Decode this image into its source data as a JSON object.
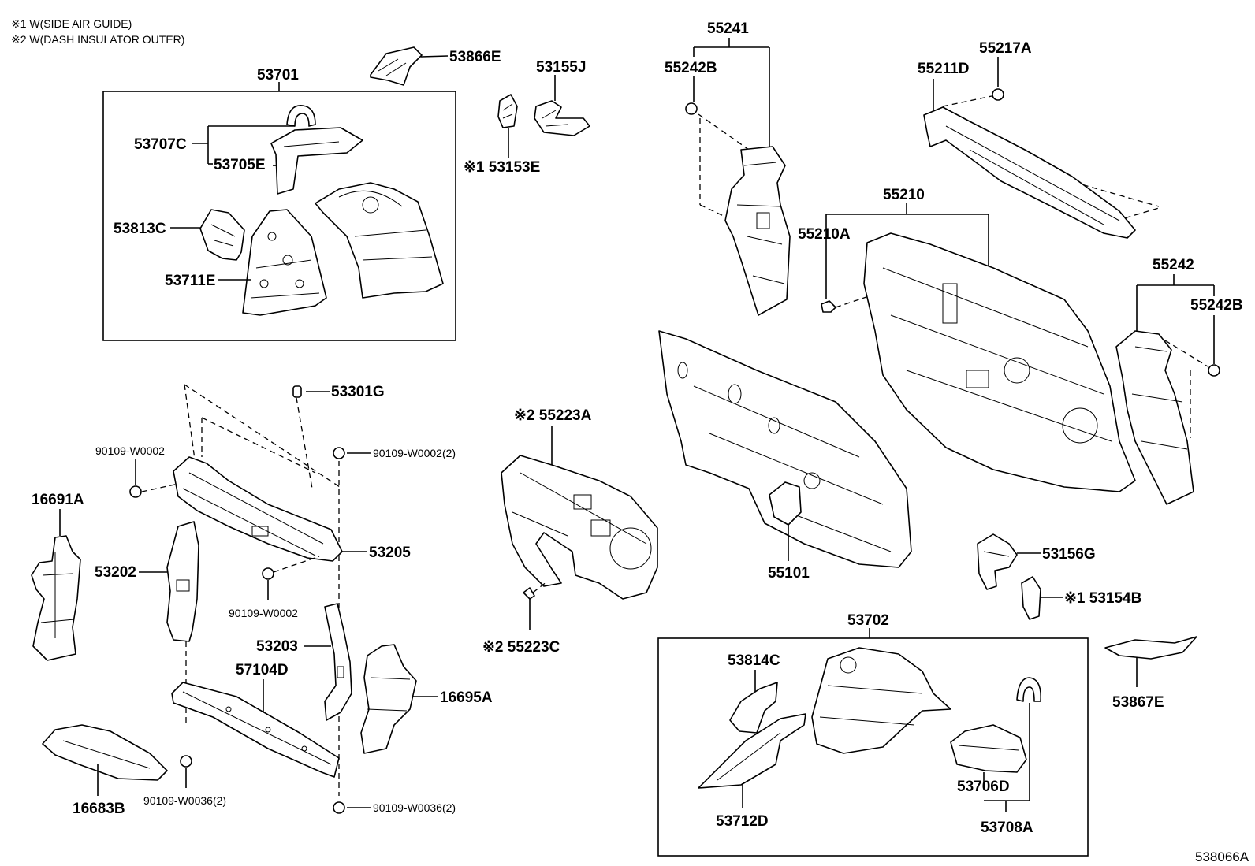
{
  "notes": [
    "※1 W(SIDE AIR GUIDE)",
    "※2 W(DASH INSULATOR OUTER)"
  ],
  "figure_id": "538066A",
  "labels": {
    "p53701": "53701",
    "p53866E": "53866E",
    "p53155J": "53155J",
    "p53153E": "※1 53153E",
    "p53707C": "53707C",
    "p53705E": "53705E",
    "p53813C": "53813C",
    "p53711E": "53711E",
    "p55241": "55241",
    "p55242B_top": "55242B",
    "p55217A": "55217A",
    "p55211D": "55211D",
    "p55210": "55210",
    "p55210A": "55210A",
    "p55242": "55242",
    "p55242B_right": "55242B",
    "p53301G": "53301G",
    "p90109_top_left": "90109-W0002",
    "p90109_top_right": "90109-W0002(2)",
    "p16691A": "16691A",
    "p53202": "53202",
    "p53205": "53205",
    "p90109_mid": "90109-W0002",
    "p53203": "53203",
    "p57104D": "57104D",
    "p16695A": "16695A",
    "p16683B": "16683B",
    "p90109_w36_left": "90109-W0036(2)",
    "p90109_w36_right": "90109-W0036(2)",
    "p55223A": "※2 55223A",
    "p55223C": "※2 55223C",
    "p55101": "55101",
    "p53156G": "53156G",
    "p53154B": "※1 53154B",
    "p53702": "53702",
    "p53814C": "53814C",
    "p53867E": "53867E",
    "p53706D": "53706D",
    "p53712D": "53712D",
    "p53708A": "53708A"
  }
}
